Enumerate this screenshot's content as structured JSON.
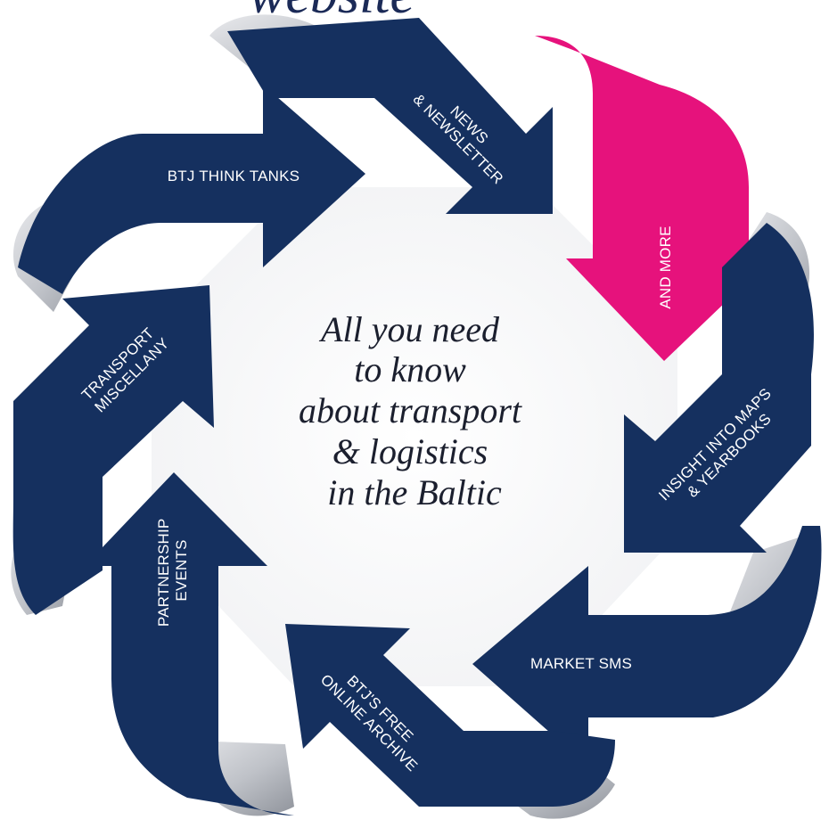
{
  "header_fragment": "website",
  "center_lines": [
    "All you need",
    "to know",
    "about transport",
    "& logistics",
    "in the Baltic"
  ],
  "colors": {
    "navy": "#15305f",
    "magenta": "#e6127c",
    "fold_grey": "#b9bcc2",
    "background": "#ffffff"
  },
  "arrows": [
    {
      "id": "btj-think-tanks",
      "lines": [
        "BTJ THINK TANKS"
      ],
      "color": "navy"
    },
    {
      "id": "news-newsletter",
      "lines": [
        "NEWS",
        "& NEWSLETTER"
      ],
      "color": "navy"
    },
    {
      "id": "and-more",
      "lines": [
        "AND MORE"
      ],
      "color": "magenta"
    },
    {
      "id": "insight-maps",
      "lines": [
        "INSIGHT INTO MAPS",
        "& YEARBOOKS"
      ],
      "color": "navy"
    },
    {
      "id": "market-sms",
      "lines": [
        "MARKET SMS"
      ],
      "color": "navy"
    },
    {
      "id": "online-archive",
      "lines": [
        "BTJ'S FREE",
        "ONLINE ARCHIVE"
      ],
      "color": "navy"
    },
    {
      "id": "partnership-events",
      "lines": [
        "PARTNERSHIP",
        "EVENTS"
      ],
      "color": "navy"
    },
    {
      "id": "transport-miscellany",
      "lines": [
        "TRANSPORT",
        "MISCELLANY"
      ],
      "color": "navy"
    }
  ]
}
